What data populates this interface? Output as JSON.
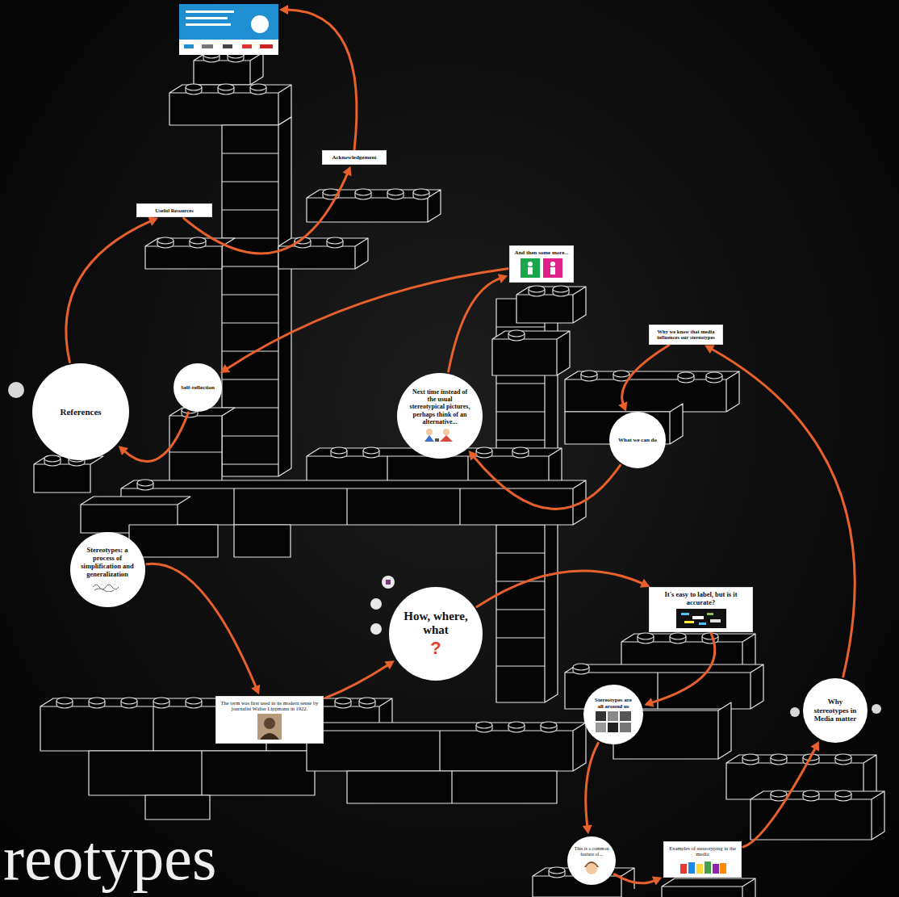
{
  "diagram": {
    "title": "reotypes",
    "nodes": [
      {
        "text": [
          "Stereotypes: a process of simplification and generalization"
        ]
      },
      {
        "text": [
          "The term was first used in its modern sense by journalist Walter Lippmann in 1922."
        ]
      },
      {
        "text": [
          "How, where, what",
          "?"
        ]
      },
      {
        "text": [
          "It's easy to label, but is it accurate?"
        ]
      },
      {
        "text": [
          "Stereotypes are all around us"
        ]
      },
      {
        "text": [
          "This is a common feature of..."
        ]
      },
      {
        "text": [
          "Examples of stereotyping in the media"
        ]
      },
      {
        "text": [
          "Why stereotypes in Media matter"
        ]
      },
      {
        "text": [
          "Why we know that media influences our stereotypes"
        ]
      },
      {
        "text": [
          "What we can do"
        ]
      },
      {
        "text": [
          "Next time instead of the usual stereotypical pictures, perhaps think of an alternative..."
        ]
      },
      {
        "text": [
          "And then some more..."
        ]
      },
      {
        "text": [
          "Self-reflection"
        ]
      },
      {
        "text": [
          "References"
        ]
      },
      {
        "text": [
          "Useful Resources"
        ]
      },
      {
        "text": [
          "Acknowledgement"
        ]
      }
    ],
    "edges": [
      {
        "from": 0,
        "to": 1,
        "arrow": "to"
      },
      {
        "from": 1,
        "to": 2,
        "arrow": "to"
      },
      {
        "from": 2,
        "to": 3,
        "arrow": "to"
      },
      {
        "from": 3,
        "to": 4,
        "arrow": "to"
      },
      {
        "from": 4,
        "to": 5,
        "arrow": "to"
      },
      {
        "from": 5,
        "to": 6,
        "arrow": "to"
      },
      {
        "from": 6,
        "to": 7,
        "arrow": "to"
      },
      {
        "from": 7,
        "to": 8,
        "arrow": "to"
      },
      {
        "from": 8,
        "to": 9,
        "arrow": "to"
      },
      {
        "from": 9,
        "to": 10,
        "arrow": "to"
      },
      {
        "from": 10,
        "to": 11,
        "arrow": "to"
      },
      {
        "from": 11,
        "to": 12,
        "arrow": "to"
      },
      {
        "from": 12,
        "to": 13,
        "arrow": "to"
      },
      {
        "from": 13,
        "to": 14,
        "arrow": "to"
      },
      {
        "from": 14,
        "to": 15,
        "arrow": "to"
      }
    ]
  }
}
